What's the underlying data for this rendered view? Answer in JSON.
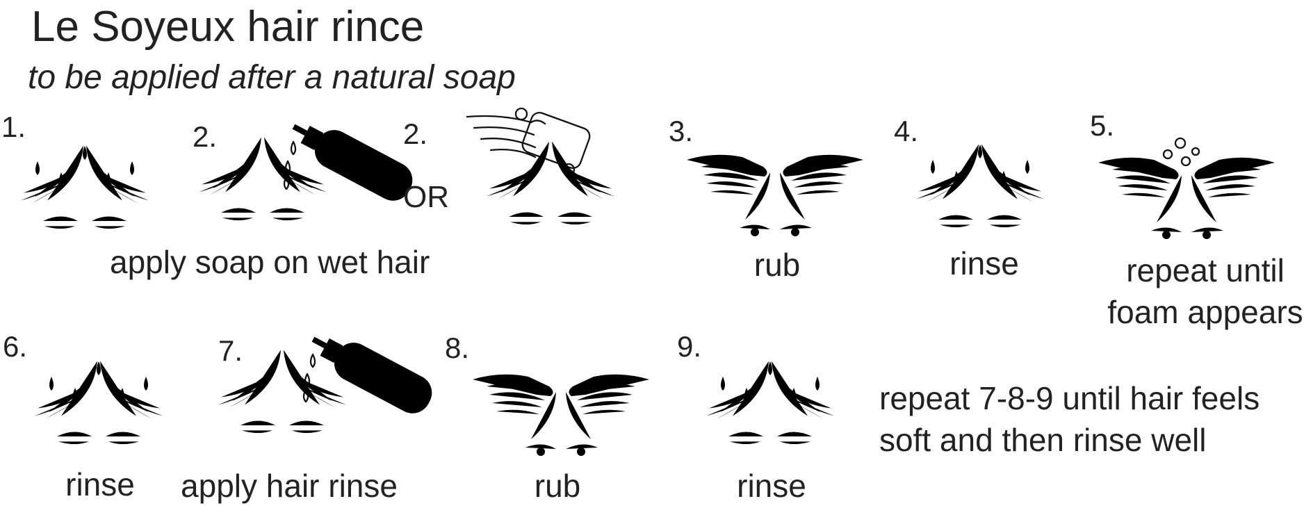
{
  "header": {
    "title": "Le Soyeux hair rince",
    "subtitle": "to be applied after a natural soap"
  },
  "steps": [
    {
      "number": "1.",
      "icon": "water-drops-hair-icon"
    },
    {
      "number": "2.",
      "icon": "soap-bottle-pour-icon"
    },
    {
      "number": "2.",
      "icon": "hand-holding-soap-bar-icon",
      "or_label": "OR"
    },
    {
      "number": "3.",
      "icon": "hands-rubbing-hair-icon"
    },
    {
      "number": "4.",
      "icon": "water-drops-hair-icon"
    },
    {
      "number": "5.",
      "icon": "foam-bubbles-hands-icon"
    },
    {
      "number": "6.",
      "icon": "water-drops-hair-icon"
    },
    {
      "number": "7.",
      "icon": "rinse-bottle-pour-icon"
    },
    {
      "number": "8.",
      "icon": "hands-rubbing-hair-icon"
    },
    {
      "number": "9.",
      "icon": "water-drops-hair-icon"
    }
  ],
  "captions": {
    "apply_soap": "apply soap on wet hair",
    "step3": "rub",
    "step4": "rinse",
    "step5_line1": "repeat until",
    "step5_line2": "foam appears",
    "step6": "rinse",
    "step7": "apply hair rinse",
    "step8": "rub",
    "step9": "rinse"
  },
  "final_note": "repeat 7-8-9 until hair feels soft and then rinse well"
}
